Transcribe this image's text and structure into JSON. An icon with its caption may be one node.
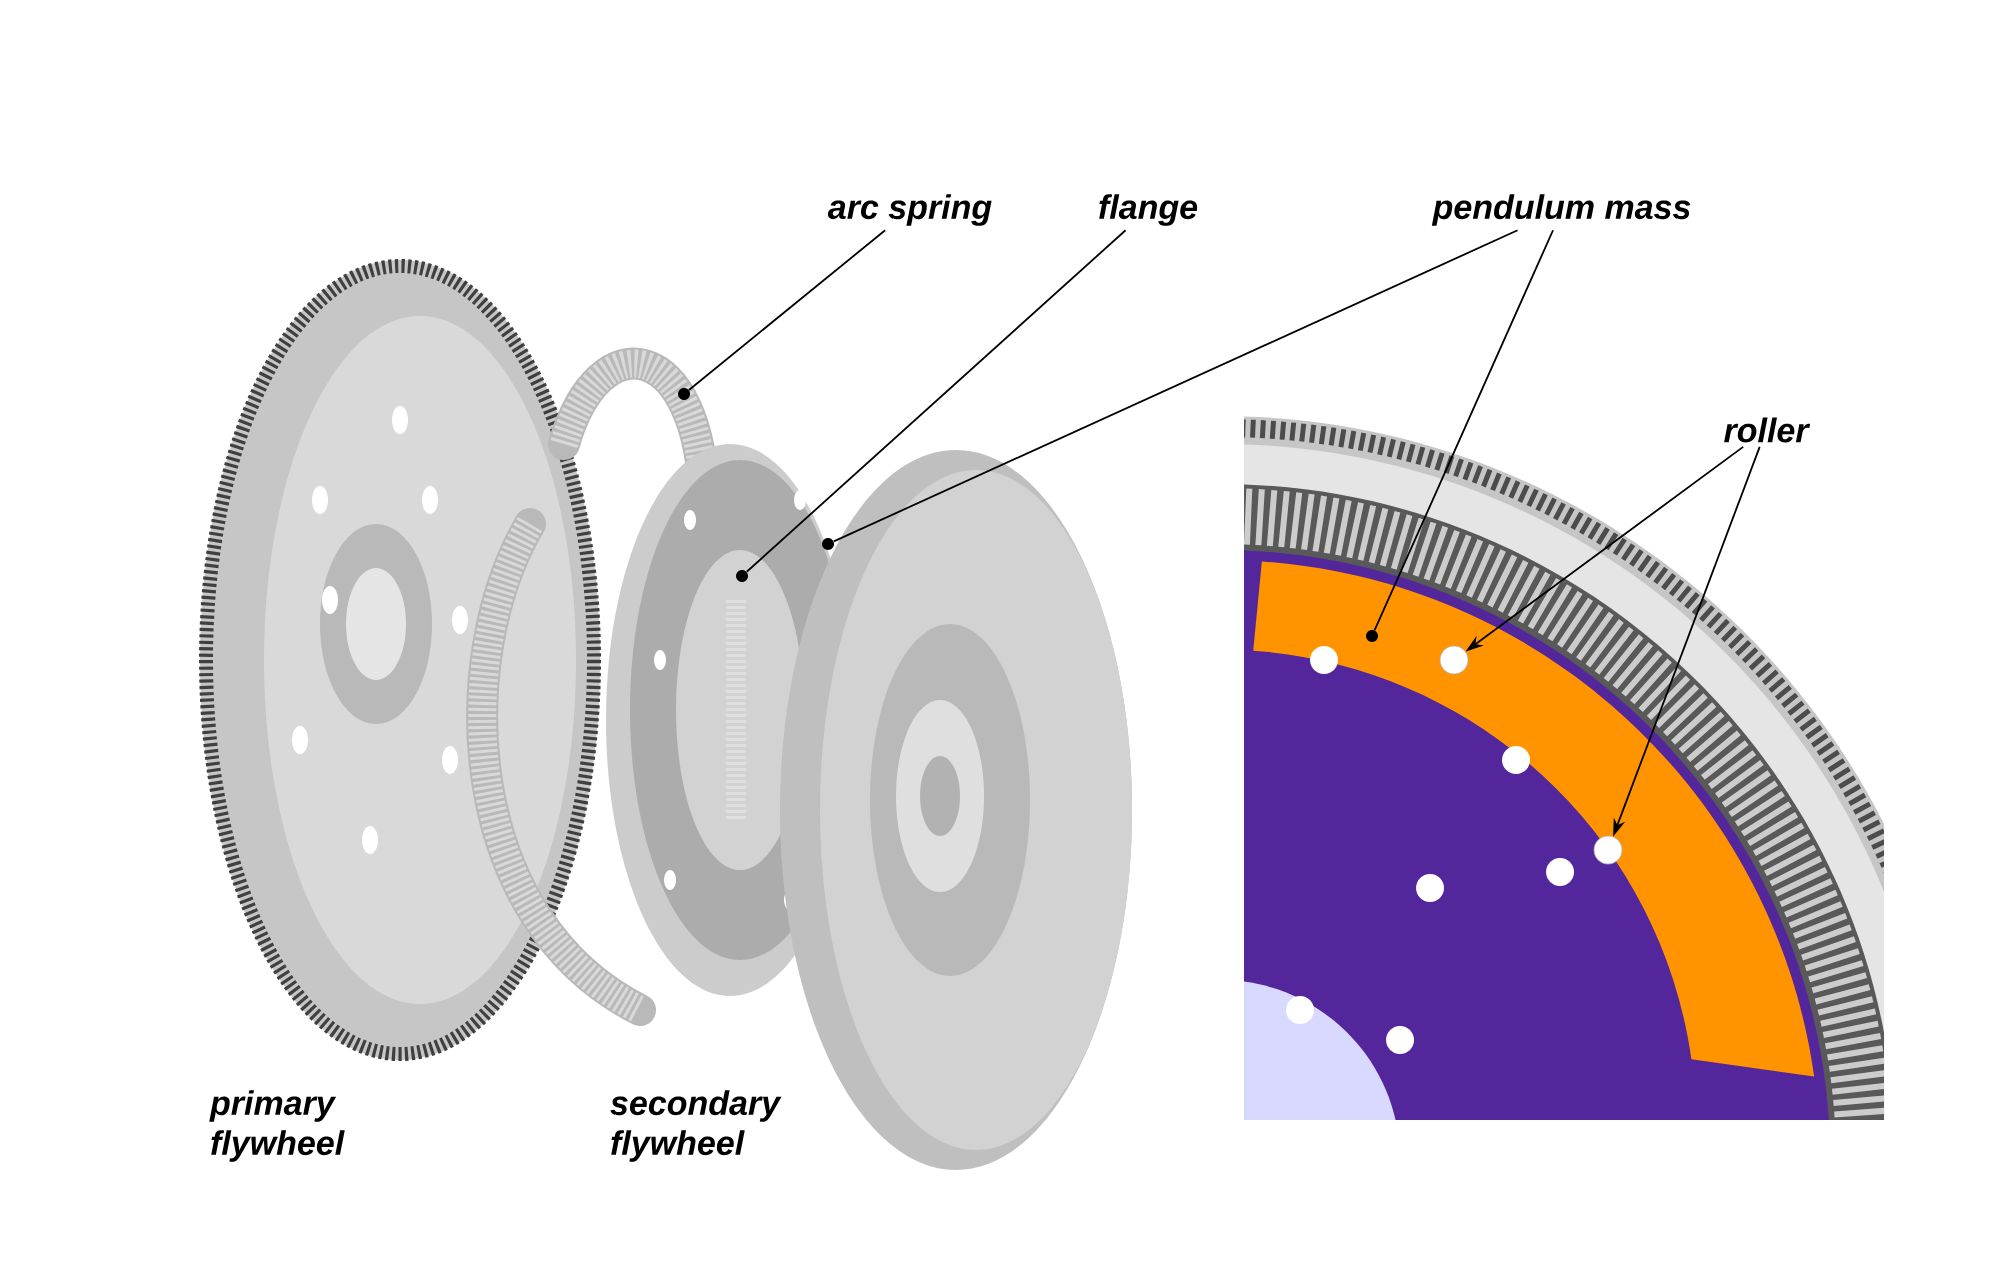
{
  "diagram": {
    "nodes": [
      {
        "text": [
          "arc spring"
        ]
      },
      {
        "text": [
          "flange"
        ]
      },
      {
        "text": [
          "pendulum mass"
        ]
      },
      {
        "text": [
          "roller"
        ]
      },
      {
        "text": [],
        "shape": "dot"
      },
      {
        "text": [],
        "shape": "dot"
      },
      {
        "text": [],
        "shape": "dot"
      },
      {
        "text": [],
        "shape": "dot"
      },
      {
        "text": [],
        "shape": "circle"
      },
      {
        "text": [],
        "shape": "circle"
      }
    ],
    "edges": [
      {
        "from": 0,
        "to": 4,
        "arrow": "none"
      },
      {
        "from": 1,
        "to": 5,
        "arrow": "none"
      },
      {
        "from": 2,
        "to": 6,
        "arrow": "none"
      },
      {
        "from": 2,
        "to": 7,
        "arrow": "none"
      },
      {
        "from": 3,
        "to": 8,
        "arrow": "to"
      },
      {
        "from": 3,
        "to": 9,
        "arrow": "to"
      }
    ],
    "labels": [
      "primary flywheel",
      "secondary flywheel"
    ]
  }
}
